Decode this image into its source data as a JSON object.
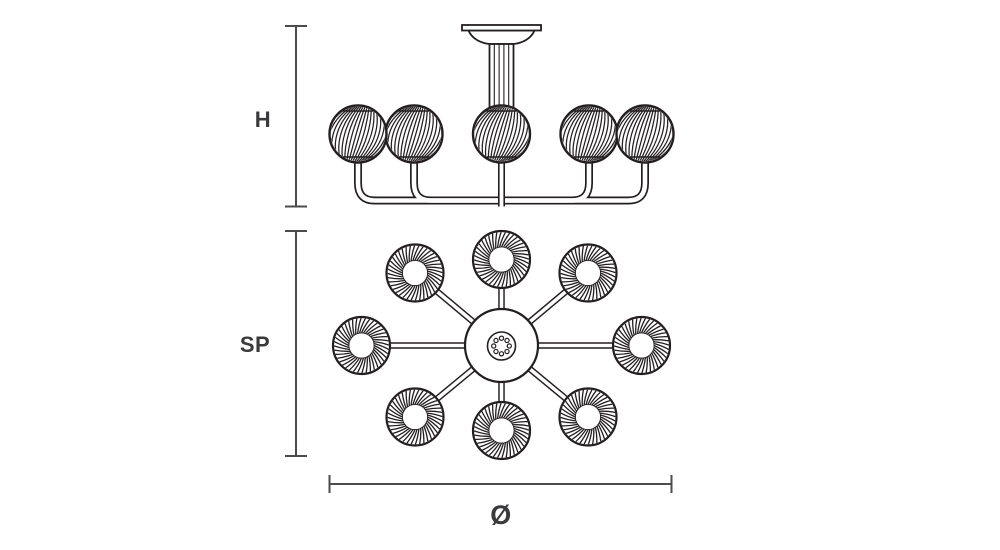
{
  "diagram": {
    "labels": {
      "height": "H",
      "span": "SP",
      "diameter": "Ø"
    },
    "side_view": {
      "globe_count": 5
    },
    "plan_view": {
      "globe_count": 8,
      "hub_hole_count": 8
    },
    "colors": {
      "drawing_line": "#231f20",
      "dimension_line": "#4b4b4d",
      "label_text": "#3a3a3c",
      "background": "#ffffff"
    }
  }
}
